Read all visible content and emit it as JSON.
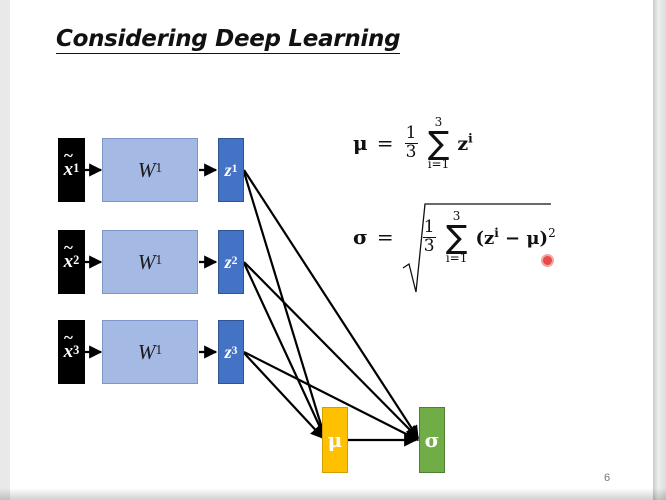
{
  "slide": {
    "title": "Considering Deep Learning",
    "page_number": "6"
  },
  "inputs": [
    {
      "base": "x",
      "sup": "1"
    },
    {
      "base": "x",
      "sup": "2"
    },
    {
      "base": "x",
      "sup": "3"
    }
  ],
  "weights": [
    {
      "base": "W",
      "sup": "1"
    },
    {
      "base": "W",
      "sup": "1"
    },
    {
      "base": "W",
      "sup": "1"
    }
  ],
  "outputs": [
    {
      "base": "z",
      "sup": "1"
    },
    {
      "base": "z",
      "sup": "2"
    },
    {
      "base": "z",
      "sup": "3"
    }
  ],
  "stats": {
    "mu_label": "μ",
    "sigma_label": "σ"
  },
  "formulas": {
    "mu": {
      "lhs": "μ",
      "eq": "=",
      "frac_num": "1",
      "frac_den": "3",
      "sum_top": "3",
      "sum_bottom": "i=1",
      "term_base": "z",
      "term_sup": "i"
    },
    "sigma": {
      "lhs": "σ",
      "eq": "=",
      "frac_num": "1",
      "frac_den": "3",
      "sum_top": "3",
      "sum_bottom": "i=1",
      "term": "(z",
      "term_sup": "i",
      "term_rest": " − μ)",
      "power": "2"
    }
  },
  "colors": {
    "input": "#000000",
    "weight": "#a4b9e3",
    "output": "#4472c4",
    "mu": "#ffc000",
    "sigma": "#70ad47"
  }
}
